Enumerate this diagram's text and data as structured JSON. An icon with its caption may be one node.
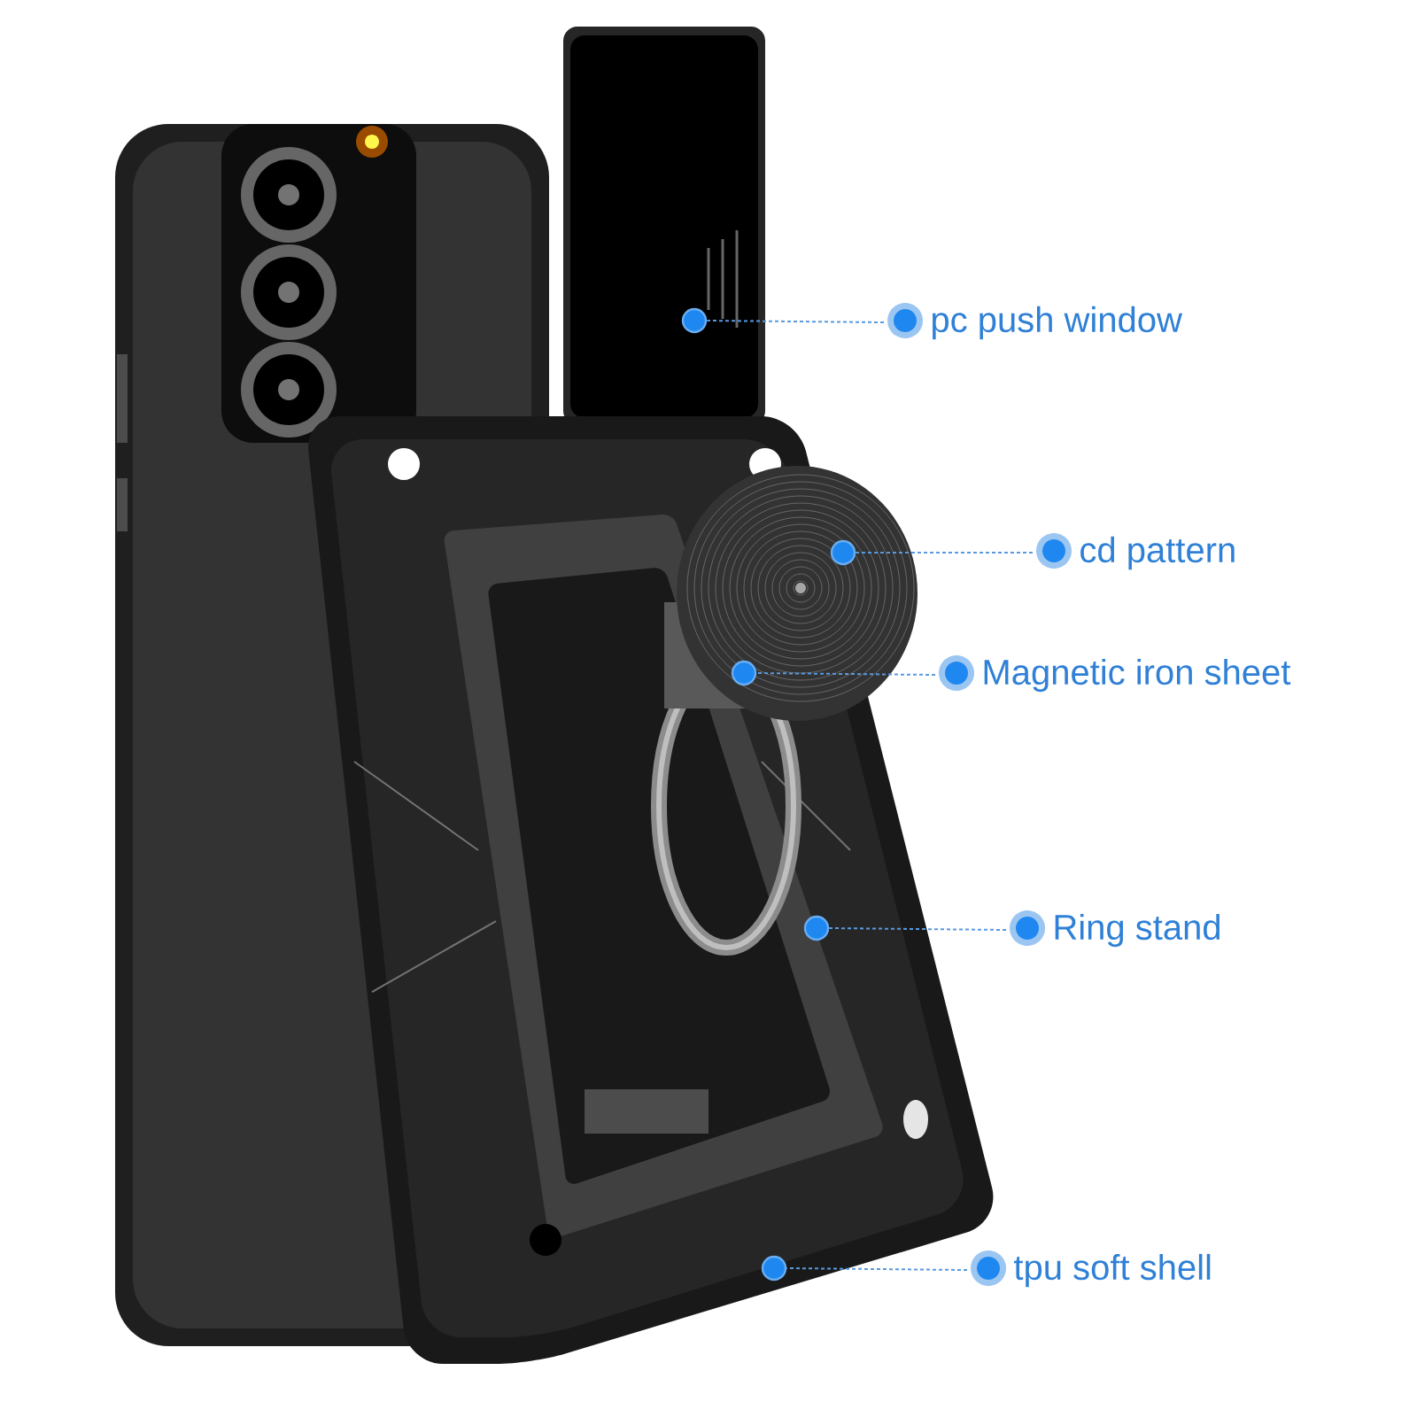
{
  "diagram": {
    "nodes": [
      {
        "text": [
          "pc push window"
        ]
      },
      {
        "text": [
          "cd pattern"
        ]
      },
      {
        "text": [
          "Magnetic iron sheet"
        ]
      },
      {
        "text": [
          "Ring stand"
        ]
      },
      {
        "text": [
          "tpu soft shell"
        ]
      },
      {
        "text": [],
        "shape": "circle"
      },
      {
        "text": [],
        "shape": "circle"
      },
      {
        "text": [],
        "shape": "circle"
      },
      {
        "text": [],
        "shape": "circle"
      },
      {
        "text": [],
        "shape": "circle"
      }
    ],
    "edges": [
      {
        "from": 0,
        "to": 5,
        "arrow": "none",
        "style": "dashed"
      },
      {
        "from": 1,
        "to": 6,
        "arrow": "none",
        "style": "dashed"
      },
      {
        "from": 2,
        "to": 7,
        "arrow": "none",
        "style": "dashed"
      },
      {
        "from": 3,
        "to": 8,
        "arrow": "none",
        "style": "dashed"
      },
      {
        "from": 4,
        "to": 9,
        "arrow": "none",
        "style": "dashed"
      }
    ]
  }
}
